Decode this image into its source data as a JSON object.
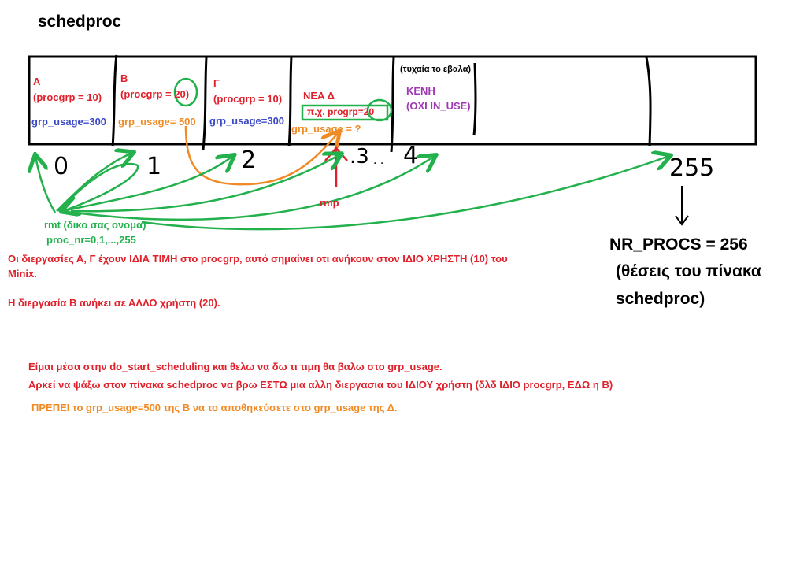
{
  "title": "schedproc",
  "cells": {
    "a": {
      "name": "A",
      "procgrp": "(procgrp = 10)",
      "usage": "grp_usage=300"
    },
    "b": {
      "name": "B",
      "procgrp": "(procgrp = 20)",
      "usage": "grp_usage= 500"
    },
    "c": {
      "name": "Γ",
      "procgrp": "(procgrp = 10)",
      "usage": "grp_usage=300"
    },
    "d": {
      "name": "ΝΕΑ Δ",
      "procgrp": "π.χ. progrp=20",
      "usage": "grp_usage = ?"
    },
    "e": {
      "note": "(τυχαία το εβαλα)",
      "name": "ΚΕΝΗ",
      "status": "(OXI IN_USE)"
    }
  },
  "indices": {
    "i0": "0",
    "i1": "1",
    "i2": "2",
    "i3": ".3",
    "i3dots": ". .",
    "i4": "4",
    "i255": "255"
  },
  "labels": {
    "rmp": "rmp",
    "rmt": "rmt (δικο σας ονομα)",
    "proc_nr": "proc_nr=0,1,...,255",
    "nr_procs": "NR_PROCS = 256",
    "table_positions_1": "(θέσεις του πίνακα",
    "table_positions_2": "schedproc)"
  },
  "notes": {
    "same_user_1": "Οι διεργασίες Α, Γ έχουν ΙΔΙΑ ΤΙΜΗ στο procgrp, αυτό σημαίνει οτι ανήκουν στον ΙΔΙΟ ΧΡΗΣΤΗ (10) του",
    "same_user_2": "Minix.",
    "other_user": "Η διεργασία Β ανήκει σε ΑΛΛΟ χρήστη (20).",
    "inside_func": "Είμαι μέσα στην do_start_scheduling και θελω να δω τι τιμη θα βαλω στο grp_usage.",
    "search": "Αρκεί να ψάξω στον πίνακα schedproc να βρω ΕΣΤΩ μια αλλη διεργασια του ΙΔΙΟΥ χρήστη (δλδ ΙΔΙΟ procgrp, ΕΔΩ η Β)",
    "must": "ΠΡΕΠΕΙ το grp_usage=500 της Β να το αποθηκεύσετε στο grp_usage της Δ."
  },
  "colors": {
    "red": "#e0202a",
    "blue": "#3a48c8",
    "orange": "#f08a24",
    "green": "#22b14c",
    "purple": "#a03ab4",
    "black": "#000000"
  }
}
